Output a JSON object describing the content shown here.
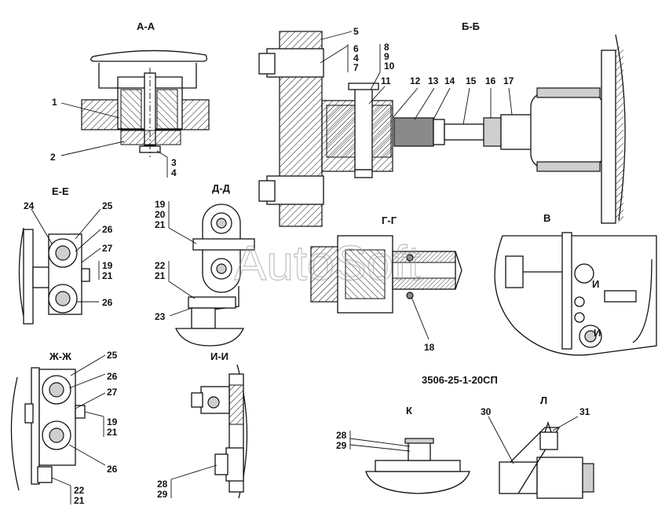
{
  "sections": {
    "aa": "А-А",
    "bb": "Б-Б",
    "ee": "Е-Е",
    "dd": "Д-Д",
    "gg": "Г-Г",
    "v": "В",
    "zhzh": "Ж-Ж",
    "ii": "И-И",
    "k": "К",
    "l": "Л",
    "i_mark_1": "И",
    "i_mark_2": "И"
  },
  "drawing_number": "3506-25-1-20СП",
  "watermark": "AutoSoft",
  "callouts": {
    "aa": [
      "1",
      "2",
      "3",
      "4"
    ],
    "bb": [
      "5",
      "6",
      "4",
      "7",
      "8",
      "9",
      "10",
      "11",
      "12",
      "13",
      "14",
      "15",
      "16",
      "17"
    ],
    "ee": [
      "24",
      "25",
      "26",
      "27",
      "19",
      "21",
      "26"
    ],
    "dd": [
      "19",
      "20",
      "21",
      "22",
      "21",
      "23"
    ],
    "gg": [
      "18"
    ],
    "zhzh": [
      "25",
      "26",
      "27",
      "19",
      "21",
      "26",
      "22",
      "21"
    ],
    "ii": [
      "28",
      "29"
    ],
    "k": [
      "28",
      "29"
    ],
    "l": [
      "30",
      "31"
    ]
  },
  "colors": {
    "line": "#111111",
    "hatch": "#111111",
    "shade": "#cfcfcf",
    "watermark": "#9a9a9a"
  }
}
